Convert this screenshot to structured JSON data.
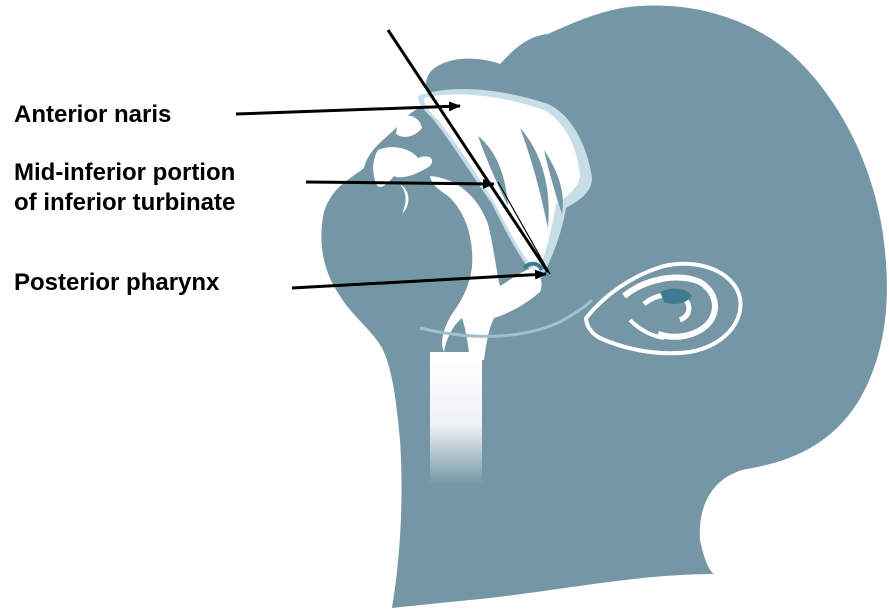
{
  "labels": {
    "anterior_naris": "Anterior naris",
    "turbinate_line1": "Mid-inferior portion",
    "turbinate_line2": "of inferior turbinate",
    "posterior_pharynx": "Posterior pharynx"
  },
  "colors": {
    "head": "#7597a5",
    "cavity": "#ffffff",
    "cavity_edge": "#c7dde8",
    "accent": "#3f7a90",
    "arrow": "#000000"
  },
  "icons": {
    "swab": "swab-stick-icon",
    "arrowhead": "arrowhead-icon"
  }
}
